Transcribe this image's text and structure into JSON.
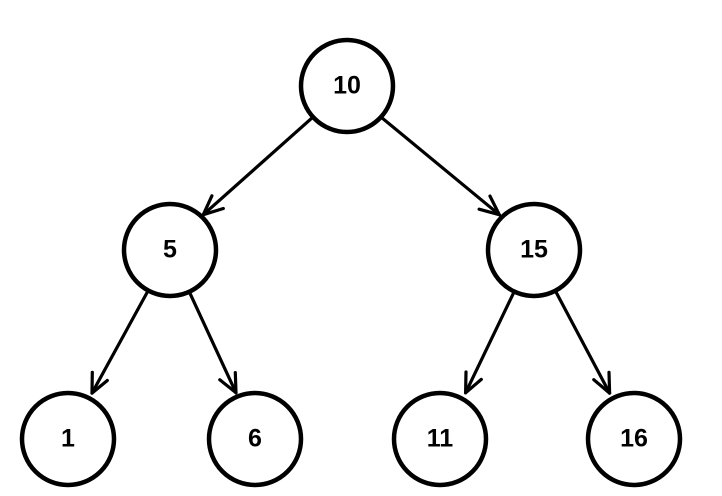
{
  "diagram": {
    "type": "binary-tree",
    "nodes": [
      {
        "id": "n10",
        "label": "10"
      },
      {
        "id": "n5",
        "label": "5"
      },
      {
        "id": "n15",
        "label": "15"
      },
      {
        "id": "n1",
        "label": "1"
      },
      {
        "id": "n6",
        "label": "6"
      },
      {
        "id": "n11",
        "label": "11"
      },
      {
        "id": "n16",
        "label": "16"
      }
    ],
    "edges": [
      {
        "from": "n10",
        "to": "n5"
      },
      {
        "from": "n10",
        "to": "n15"
      },
      {
        "from": "n5",
        "to": "n1"
      },
      {
        "from": "n5",
        "to": "n6"
      },
      {
        "from": "n15",
        "to": "n11"
      },
      {
        "from": "n15",
        "to": "n16"
      }
    ]
  }
}
